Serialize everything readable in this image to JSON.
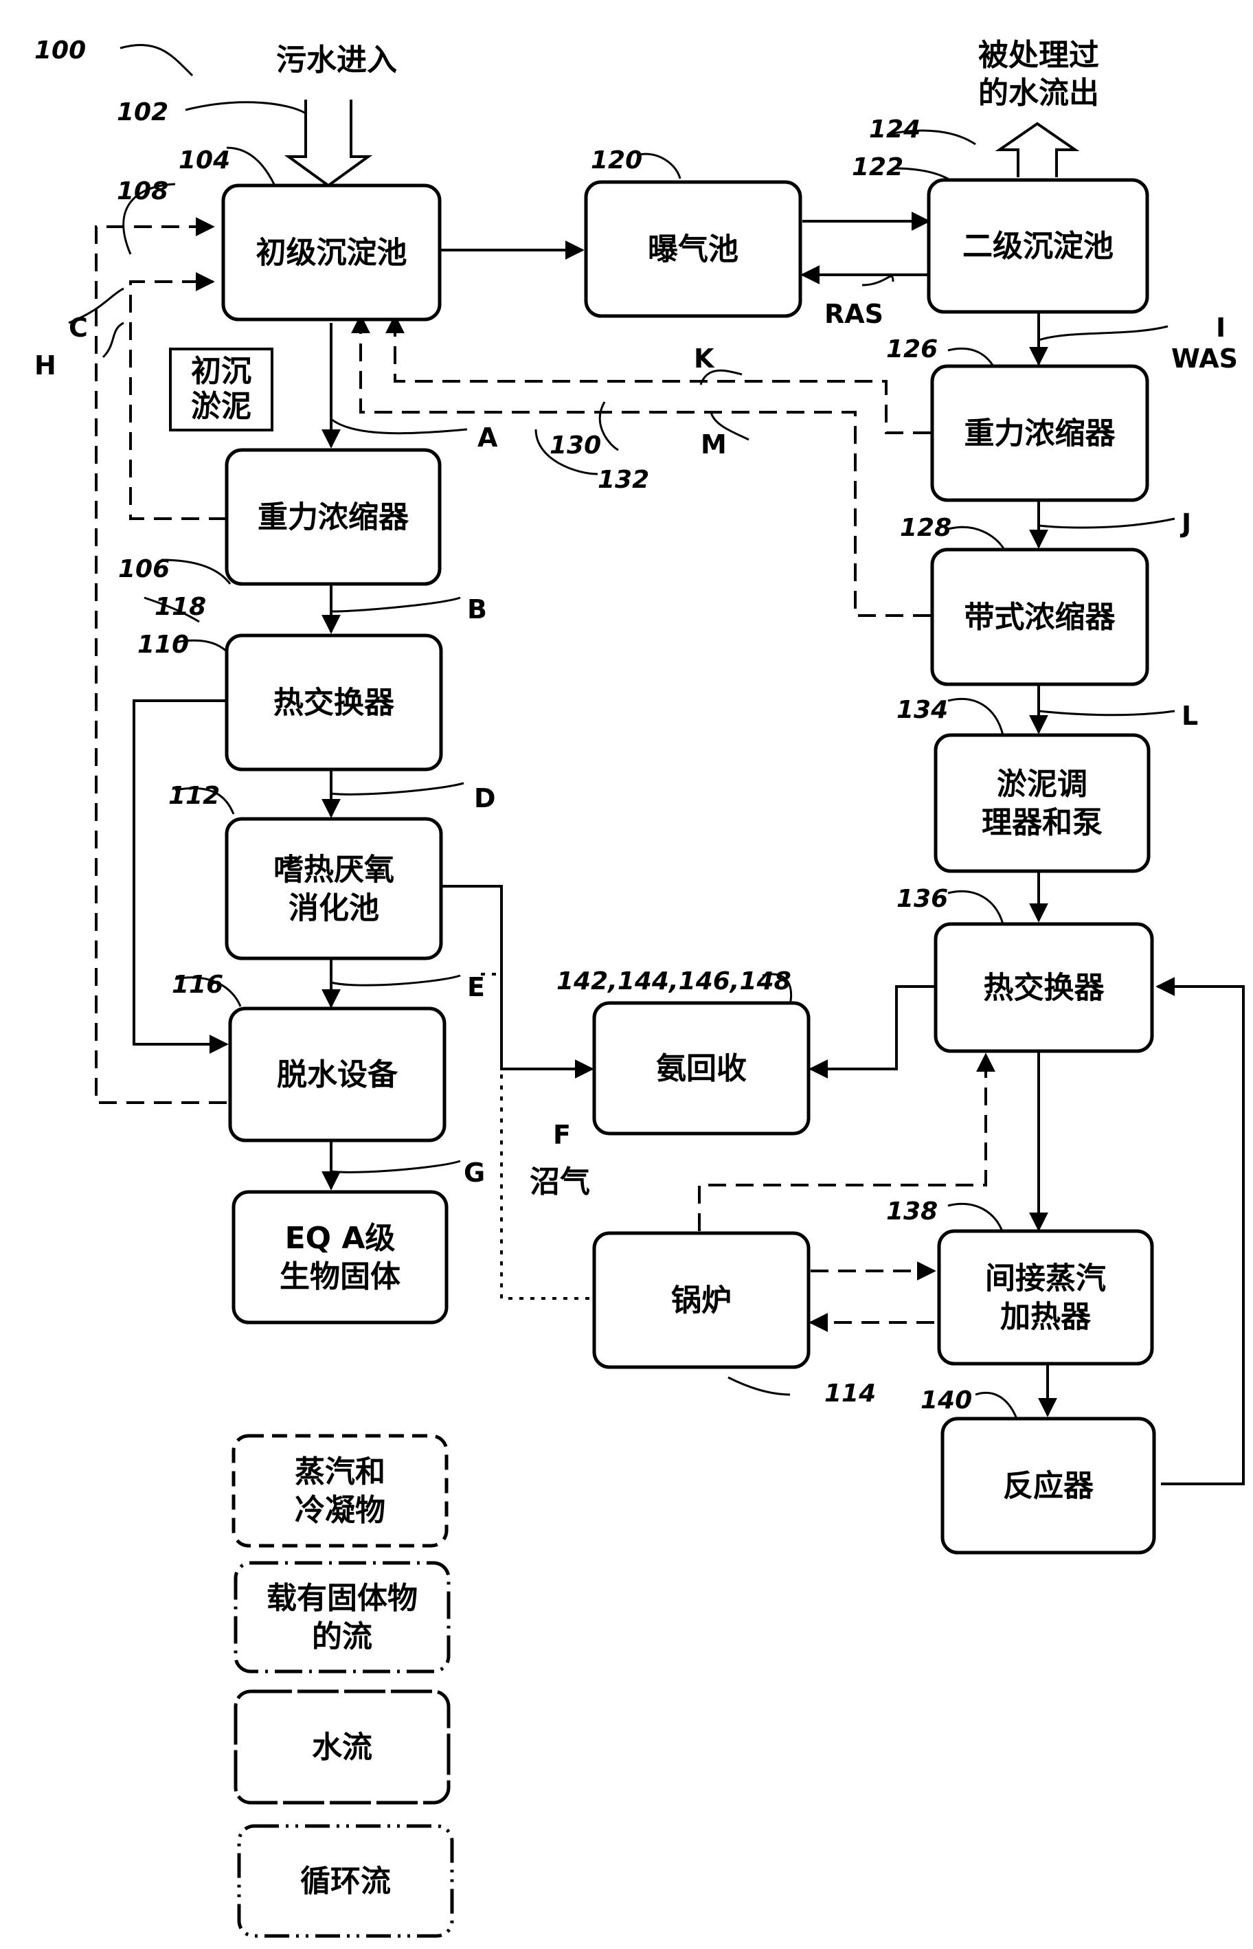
{
  "inflow_label": "污水进入",
  "outflow_label": [
    "被处理过",
    "的水流出"
  ],
  "primary_sludge_label": [
    "初沉",
    "淤泥"
  ],
  "biogas_label": "沼气",
  "nodes": {
    "primary_clarifier": [
      "初级沉淀池"
    ],
    "aeration_basin": [
      "曝气池"
    ],
    "secondary_clarifier": [
      "二级沉淀池"
    ],
    "gravity_thickener_left": [
      "重力浓缩器"
    ],
    "heat_exchanger_left": [
      "热交换器"
    ],
    "thermophilic_digester": [
      "嗜热厌氧",
      "消化池"
    ],
    "dewatering": [
      "脱水设备"
    ],
    "biosolids": [
      "EQ A级",
      "生物固体"
    ],
    "gravity_thickener_right": [
      "重力浓缩器"
    ],
    "belt_thickener": [
      "带式浓缩器"
    ],
    "sludge_conditioner": [
      "淤泥调",
      "理器和泵"
    ],
    "heat_exchanger_right": [
      "热交换器"
    ],
    "ammonia_recovery": [
      "氨回收"
    ],
    "boiler": [
      "锅炉"
    ],
    "steam_heater": [
      "间接蒸汽",
      "加热器"
    ],
    "reactor": [
      "反应器"
    ]
  },
  "legend": {
    "steam": [
      "蒸汽和",
      "冷凝物"
    ],
    "solids": [
      "载有固体物",
      "的流"
    ],
    "water": [
      "水流"
    ],
    "recycle": [
      "循环流"
    ]
  },
  "flow_labels": {
    "A": "A",
    "B": "B",
    "C": "C",
    "D": "D",
    "E": "E",
    "F": "F",
    "G": "G",
    "H": "H",
    "I": "I",
    "J": "J",
    "K": "K",
    "L": "L",
    "M": "M",
    "RAS": "RAS",
    "WAS": "WAS"
  },
  "refs": {
    "r100": "100",
    "r102": "102",
    "r104": "104",
    "r106": "106",
    "r108": "108",
    "r110": "110",
    "r112": "112",
    "r114": "114",
    "r116": "116",
    "r118": "118",
    "r120": "120",
    "r122": "122",
    "r124": "124",
    "r126": "126",
    "r128": "128",
    "r130": "130",
    "r132": "132",
    "r134": "134",
    "r136": "136",
    "r138": "138",
    "r140": "140",
    "r142": "142,144,146,148"
  }
}
